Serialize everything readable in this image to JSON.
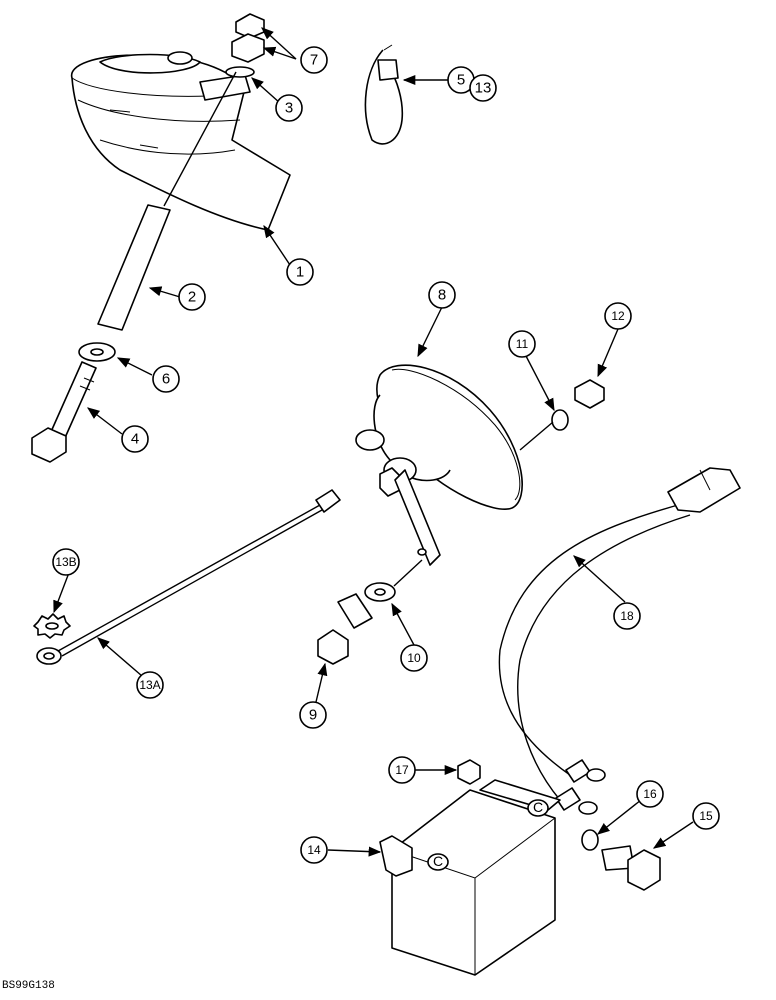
{
  "figure_code": "BS99G138",
  "callouts": {
    "c1": "1",
    "c2": "2",
    "c3": "3",
    "c4": "4",
    "c5": "5",
    "c13": "13",
    "c6": "6",
    "c7": "7",
    "c8": "8",
    "c9": "9",
    "c10": "10",
    "c11": "11",
    "c12": "12",
    "c13a": "13A",
    "c13b": "13B",
    "c14": "14",
    "c15": "15",
    "c16": "16",
    "c17": "17",
    "c18": "18"
  }
}
